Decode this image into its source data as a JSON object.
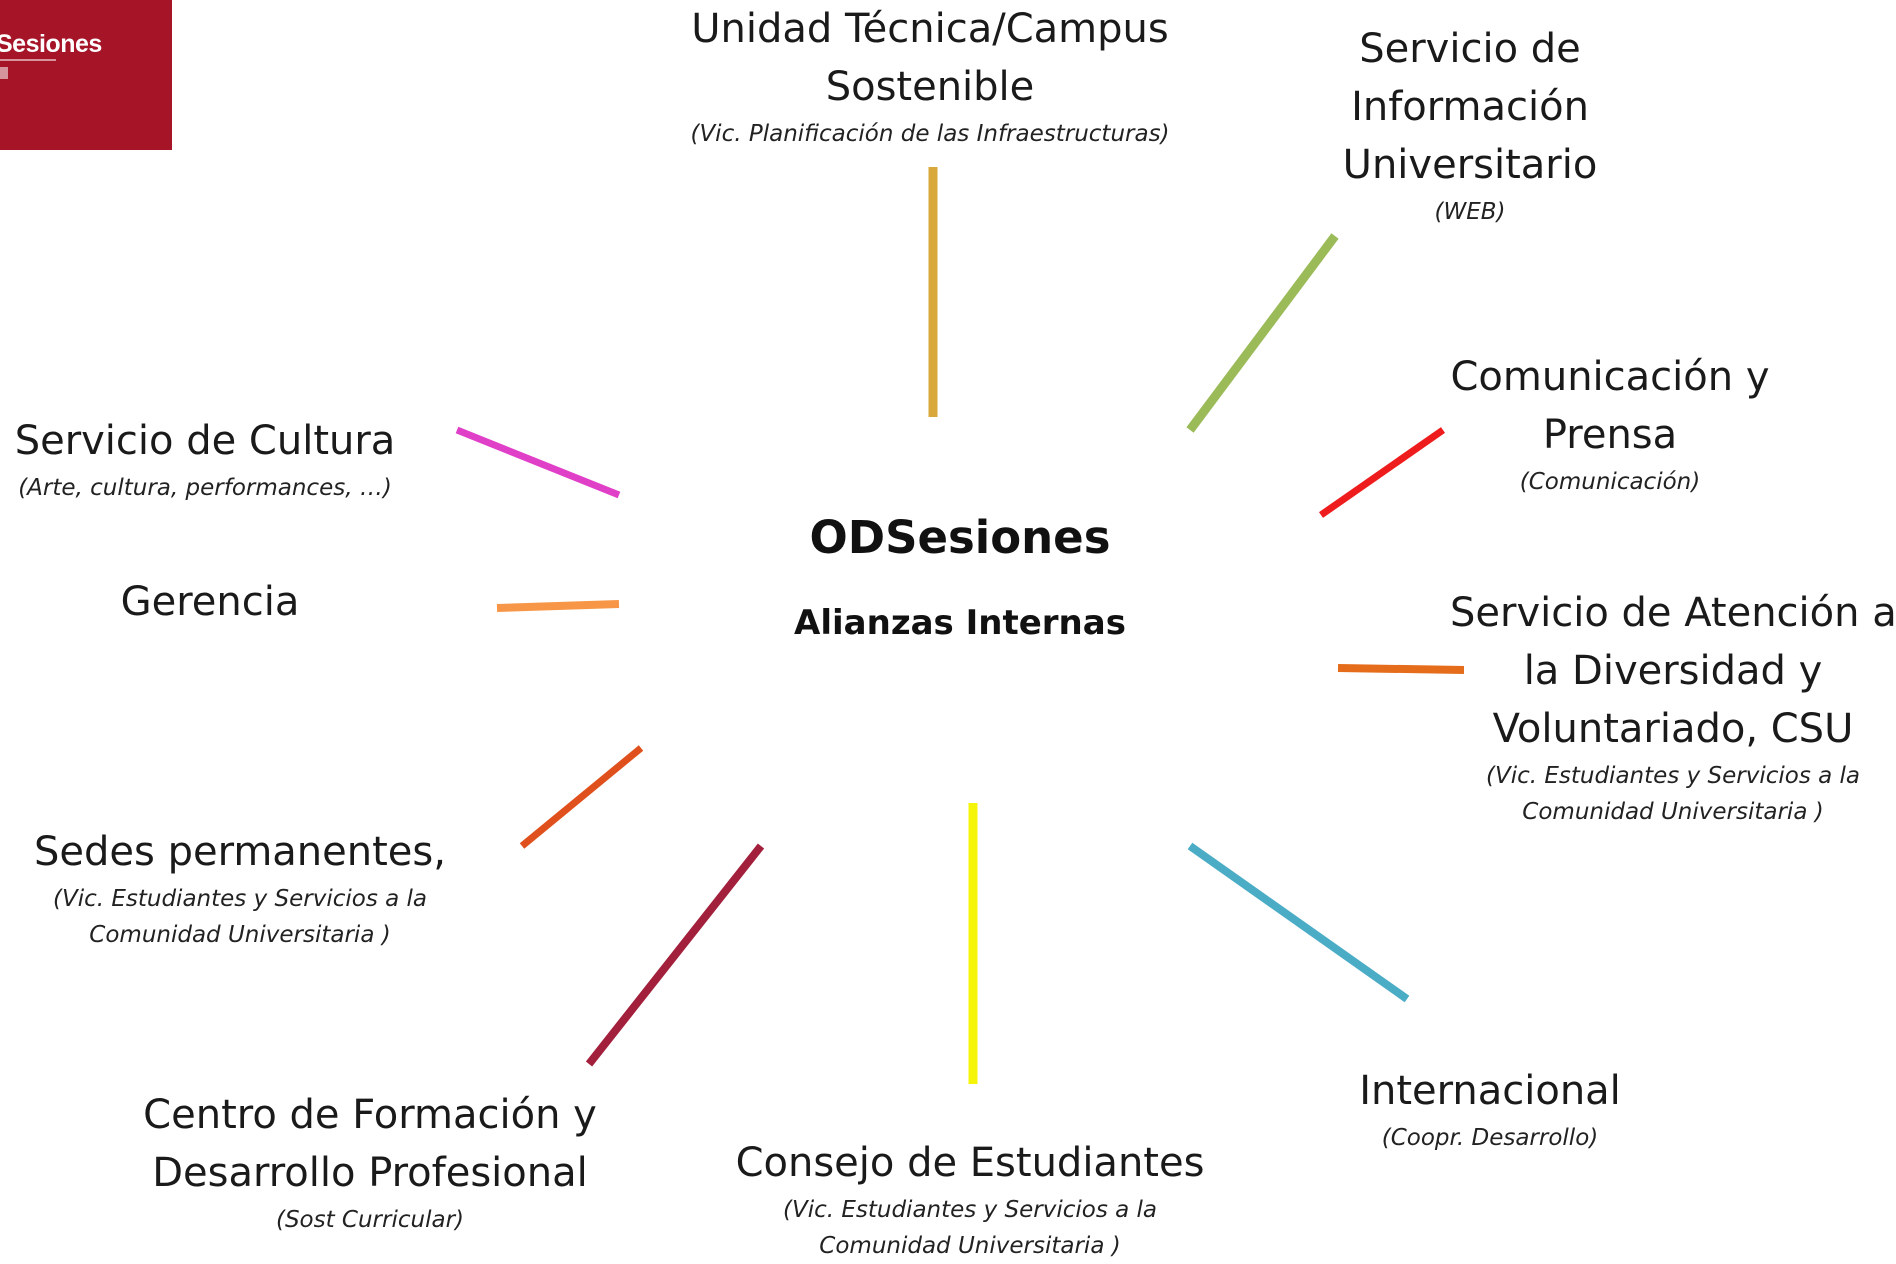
{
  "logo": {
    "text": "Sesiones"
  },
  "center": {
    "title": "ODSesiones",
    "subtitle": "Alianzas Internas"
  },
  "nodes": {
    "unidad_tecnica": {
      "title": [
        "Unidad Técnica/Campus",
        "Sostenible"
      ],
      "sub": [
        "(Vic. Planificación de las Infraestructuras)"
      ],
      "color": "#d9a83a"
    },
    "servicio_info": {
      "title": [
        "Servicio de",
        "Información",
        "Universitario"
      ],
      "sub": [
        "(WEB)"
      ],
      "color": "#9bbb59"
    },
    "comunicacion": {
      "title": [
        "Comunicación y",
        "Prensa"
      ],
      "sub": [
        "(Comunicación)"
      ],
      "color": "#ee1c1c"
    },
    "atencion_diversidad": {
      "title": [
        "Servicio de Atención a",
        "la Diversidad y",
        "Voluntariado, CSU"
      ],
      "sub": [
        "(Vic. Estudiantes y Servicios a la",
        "Comunidad Universitaria )"
      ],
      "color": "#e46c1a"
    },
    "internacional": {
      "title": [
        "Internacional"
      ],
      "sub": [
        "(Coopr. Desarrollo)"
      ],
      "color": "#4bacc6"
    },
    "consejo": {
      "title": [
        "Consejo de Estudiantes"
      ],
      "sub": [
        "(Vic. Estudiantes y Servicios a la",
        "Comunidad Universitaria )"
      ],
      "color": "#f5f50a"
    },
    "centro_formacion": {
      "title": [
        "Centro de Formación y",
        "Desarrollo Profesional"
      ],
      "sub": [
        "(Sost Curricular)"
      ],
      "color": "#a3203c"
    },
    "sedes": {
      "title": [
        "Sedes permanentes,"
      ],
      "sub": [
        "(Vic. Estudiantes y Servicios a la",
        "Comunidad Universitaria )"
      ],
      "color": "#e0501c"
    },
    "gerencia": {
      "title": [
        "Gerencia"
      ],
      "sub": [],
      "color": "#f79646"
    },
    "cultura": {
      "title": [
        "Servicio de Cultura"
      ],
      "sub": [
        "(Arte, cultura, performances, …)"
      ],
      "color": "#e040c8"
    }
  }
}
